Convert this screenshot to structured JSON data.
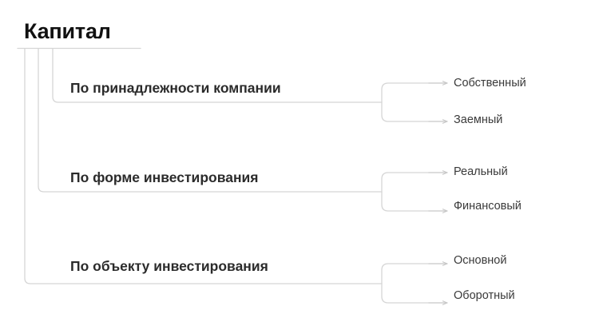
{
  "diagram": {
    "type": "tree",
    "title": "Капитал",
    "root": {
      "label": "Капитал"
    },
    "groups": [
      {
        "label": "По принадлежности компании",
        "leaves": [
          {
            "label": "Собственный"
          },
          {
            "label": "Заемный"
          }
        ]
      },
      {
        "label": "По форме инвестирования",
        "leaves": [
          {
            "label": "Реальный"
          },
          {
            "label": "Финансовый"
          }
        ]
      },
      {
        "label": "По объекту инвестирования",
        "leaves": [
          {
            "label": "Основной"
          },
          {
            "label": "Оборотный"
          }
        ]
      }
    ],
    "colors": {
      "background": "#ffffff",
      "root_text": "#111111",
      "group_text": "#2b2b2b",
      "leaf_text": "#3a3a3a",
      "connector": "#d3d3d3",
      "arrow": "#c8c8c8"
    }
  }
}
